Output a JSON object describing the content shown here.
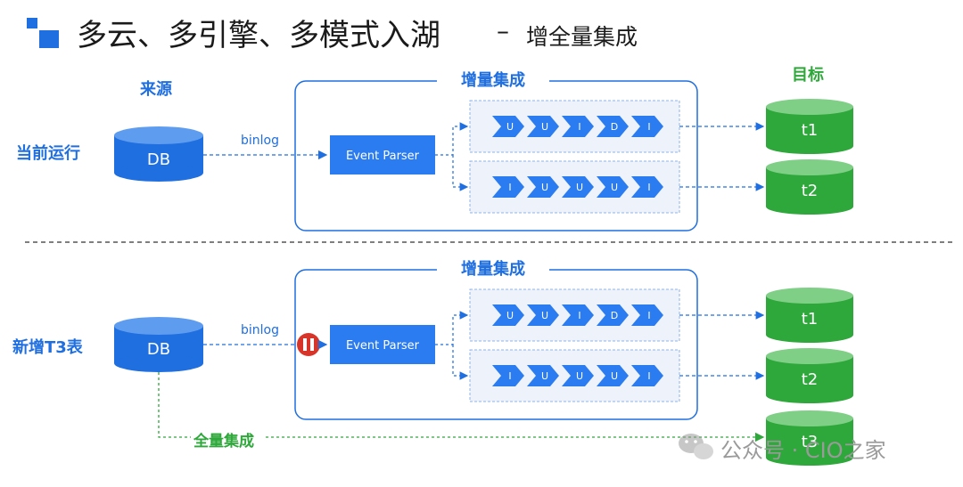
{
  "header": {
    "title": "多云、多引擎、多模式入湖",
    "dash": "–",
    "subtitle": "增全量集成"
  },
  "labels": {
    "source": "来源",
    "target": "目标",
    "row_current": "当前运行",
    "row_new": "新增T3表",
    "incremental": "增量集成",
    "full": "全量集成",
    "binlog": "binlog",
    "db": "DB",
    "parser": "Event Parser"
  },
  "targets": {
    "t1": "t1",
    "t2": "t2",
    "t3": "t3"
  },
  "queues": {
    "q1": [
      "U",
      "U",
      "I",
      "D",
      "I"
    ],
    "q2": [
      "I",
      "U",
      "U",
      "U",
      "I"
    ]
  },
  "watermark": "公众号 · CIO之家",
  "colors": {
    "blue": "#1f6fe0",
    "green": "#2ea83a",
    "red": "#d8352a",
    "divider": "#555555"
  }
}
